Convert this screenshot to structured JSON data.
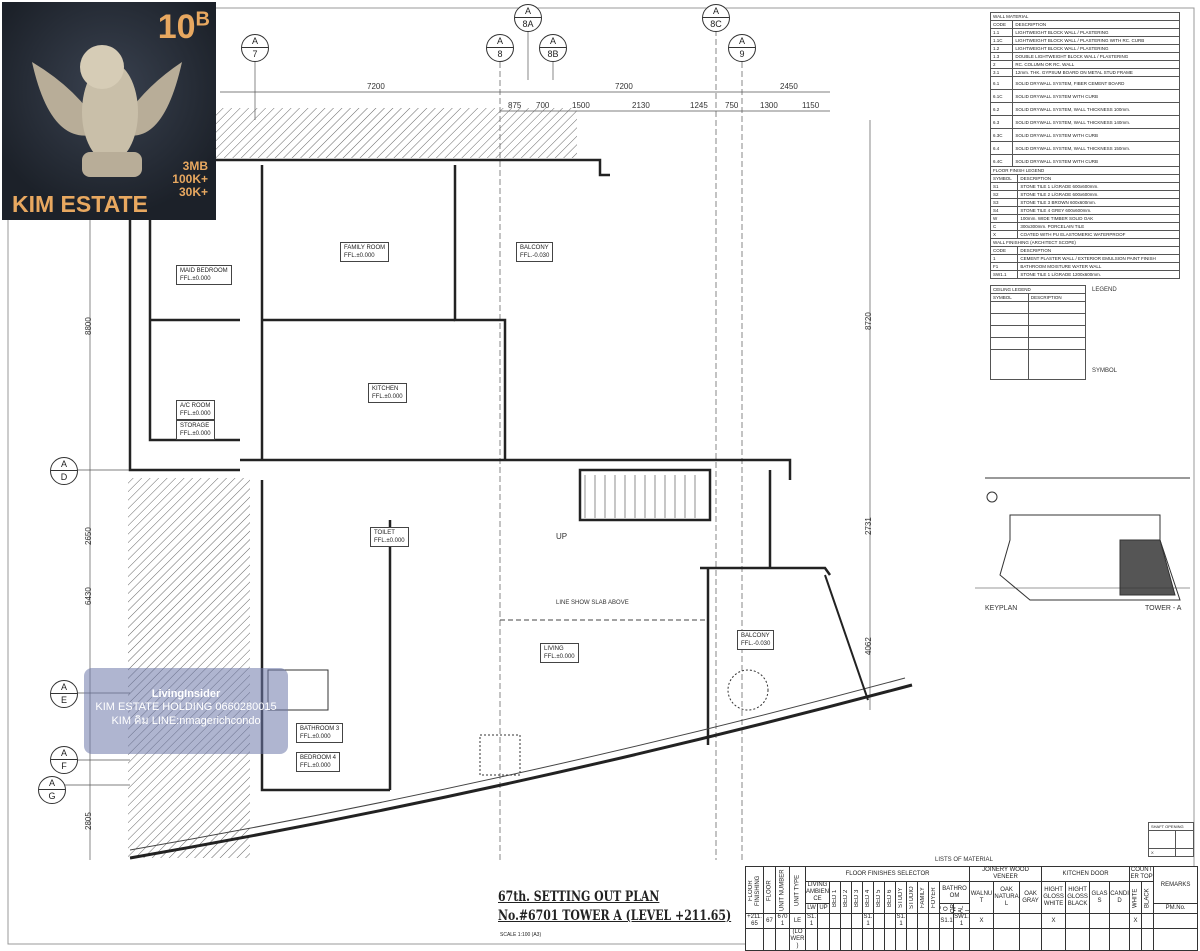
{
  "logo": {
    "brand": "KIM ESTATE",
    "badge": "10",
    "badge_sup": "B",
    "stats": [
      "3MB",
      "100K+",
      "30K+"
    ]
  },
  "watermark": {
    "brand": "LivingInsider",
    "line1": "KIM ESTATE HOLDING 0660280015",
    "line2": "KIM คิม LINE:nmagerichcondo"
  },
  "grid_top": [
    {
      "a": "A",
      "b": "7"
    },
    {
      "a": "A",
      "b": "8"
    },
    {
      "a": "A",
      "b": "8A"
    },
    {
      "a": "A",
      "b": "8B"
    },
    {
      "a": "A",
      "b": "8C"
    },
    {
      "a": "A",
      "b": "9"
    }
  ],
  "grid_left": [
    {
      "a": "A",
      "b": "D"
    },
    {
      "a": "A",
      "b": "E"
    },
    {
      "a": "A",
      "b": "F"
    },
    {
      "a": "A",
      "b": "G"
    }
  ],
  "dims_top_main": [
    "7200",
    "7200",
    "2450"
  ],
  "dims_top_sub": [
    "875",
    "700",
    "1500",
    "2130",
    "1245",
    "750",
    "1300",
    "1150"
  ],
  "dims_left": [
    "8800",
    "2650",
    "6430",
    "2805"
  ],
  "dims_right": [
    "8720",
    "2731",
    "4062"
  ],
  "rooms": {
    "family": {
      "name": "FAMILY ROOM",
      "ffl": "FFL.±0.000"
    },
    "balcony1": {
      "name": "BALCONY",
      "ffl": "FFL.-0.030"
    },
    "maid": {
      "name": "MAID BEDROOM",
      "ffl": "FFL.±0.000"
    },
    "kitchen": {
      "name": "KITCHEN",
      "ffl": "FFL.±0.000"
    },
    "ac": {
      "name": "A/C ROOM",
      "ffl": "FFL.±0.000"
    },
    "storage": {
      "name": "STORAGE",
      "ffl": "FFL.±0.000"
    },
    "toilet": {
      "name": "TOILET",
      "ffl": "FFL.±0.000"
    },
    "living": {
      "name": "LIVING",
      "ffl": "FFL.±0.000"
    },
    "balcony2": {
      "name": "BALCONY",
      "ffl": "FFL.-0.030"
    },
    "bath3": {
      "name": "BATHROOM 3",
      "ffl": "FFL.±0.000"
    },
    "bed4": {
      "name": "BEDROOM 4",
      "ffl": "FFL.±0.000"
    }
  },
  "notes": {
    "slab": "LINE SHOW SLAB ABOVE",
    "up": "UP"
  },
  "legend": {
    "wall_title": "WALL MATERIAL",
    "code": "CODE",
    "desc": "DESCRIPTION",
    "wall_rows": [
      [
        "1.1",
        "LIGHTWEIGHT BLOCK WALL / PLASTERING"
      ],
      [
        "1.1C",
        "LIGHTWEIGHT BLOCK WALL / PLASTERING WITH RC. CURB"
      ],
      [
        "1.2",
        "LIGHTWEIGHT BLOCK WALL / PLASTERING"
      ],
      [
        "1.3",
        "DOUBLE LIGHTWEIGHT BLOCK WALL / PLASTERING"
      ],
      [
        "2",
        "RC. COLUMN OR RC. WALL"
      ],
      [
        "3.1",
        "12mm. THK. GYPSUM BOARD ON METAL STUD FRAME"
      ],
      [
        "6.1",
        "SOLID DRYWALL SYSTEM, FIBER CEMENT BOARD"
      ],
      [
        "6.1C",
        "SOLID DRYWALL SYSTEM WITH CURB"
      ],
      [
        "6.2",
        "SOLID DRYWALL SYSTEM, WALL THICKNESS 100mm."
      ],
      [
        "6.3",
        "SOLID DRYWALL SYSTEM, WALL THICKNESS 140mm."
      ],
      [
        "6.3C",
        "SOLID DRYWALL SYSTEM WITH CURB"
      ],
      [
        "6.4",
        "SOLID DRYWALL SYSTEM, WALL THICKNESS 150mm."
      ],
      [
        "6.4C",
        "SOLID DRYWALL SYSTEM WITH CURB"
      ]
    ],
    "floor_title": "FLOOR FINISH LEGEND",
    "symbol": "SYMBOL",
    "floor_rows": [
      [
        "S1",
        "STONE TILE 1 L/GRADE 600x600mm."
      ],
      [
        "S2",
        "STONE TILE 2 L/GRADE 600x600mm."
      ],
      [
        "S3",
        "STONE TILE 3 BROWN 600x600mm."
      ],
      [
        "S4",
        "STONE TILE 4 GREY 600x600mm."
      ],
      [
        "W",
        "100mm. WIDE TIMBER SOLID OAK"
      ],
      [
        "C",
        "300x300mm. PORCELAIN TILE"
      ],
      [
        "X",
        "COATED WITH PU ELASTOMERIC WATERPROOF"
      ]
    ],
    "wallfin_title": "WALL FINISHING (ARCHITECT SCOPE)",
    "wallfin_rows": [
      [
        "1",
        "CEMENT PLASTER WALL / EXTERIOR EMULSION PAINT FINISH"
      ],
      [
        "F1",
        "BATHROOM MOISTURE WATER WALL"
      ],
      [
        "SW1.1",
        "STONE TILE 1 L/GRADE 1200x600mm."
      ]
    ],
    "ceiling_title": "CEILING LEGEND",
    "legend_title": "LEGEND",
    "symbol_title": "SYMBOL"
  },
  "keyplan": {
    "label": "KEYPLAN",
    "tower": "TOWER - A"
  },
  "title": {
    "line1": "67th. SETTING OUT PLAN",
    "line2": "No.#6701 TOWER A (LEVEL +211.65)",
    "scale": "SCALE 1:100 (A3)"
  },
  "materials": {
    "caption": "LISTS OF MATERIAL",
    "shaft": "SHAFT OPENING",
    "shaft_val": "X",
    "headers": {
      "floor_finishing": "FLOOR FINISHING",
      "floor": "FLOOR",
      "unit_number": "UNIT NUMBER",
      "unit_type": "UNIT TYPE",
      "ffs": "FLOOR FINISHES SELECTOR",
      "living": "LIVING",
      "ambience": "AMBIENCE",
      "lw": "LW",
      "up": "UP",
      "bed1": "BED 1",
      "bed2": "BED 2",
      "bed3": "BED 3",
      "bed4": "BED 4",
      "bed5": "BED 5",
      "bed6": "BED 6",
      "study": "STUDY",
      "studio": "STUDIO",
      "family": "FAMILY",
      "foyer": "FOYER",
      "bathroom": "BATHROOM",
      "bfloor": "FLOOR",
      "bwall": "WALL",
      "joinery": "JOINERY WOOD VENEER",
      "walnut": "WALNUT",
      "oak_nat": "OAK NATURAL",
      "oak_gray": "OAK GRAY",
      "kitchen_door": "KITCHEN DOOR",
      "hg_white": "HIGHT GLOSS WHITE",
      "hg_black": "HIGHT GLOSS BLACK",
      "glass": "GLASS",
      "candid": "CANDID",
      "counter": "COUNTER TOP",
      "white": "WHITE",
      "black": "BLACK",
      "remarks": "REMARKS",
      "pm": "PM.No."
    },
    "row": {
      "ff": "+211.65",
      "floor": "67",
      "unit": "6701",
      "type": "LE",
      "type2": "(LOWER)",
      "lw": "S1.1",
      "bed4": "S1.1",
      "study": "S1.1",
      "bfloor": "S1.1",
      "bwall": "SW1.1",
      "walnut": "X",
      "hgw": "X",
      "white": "X"
    }
  }
}
